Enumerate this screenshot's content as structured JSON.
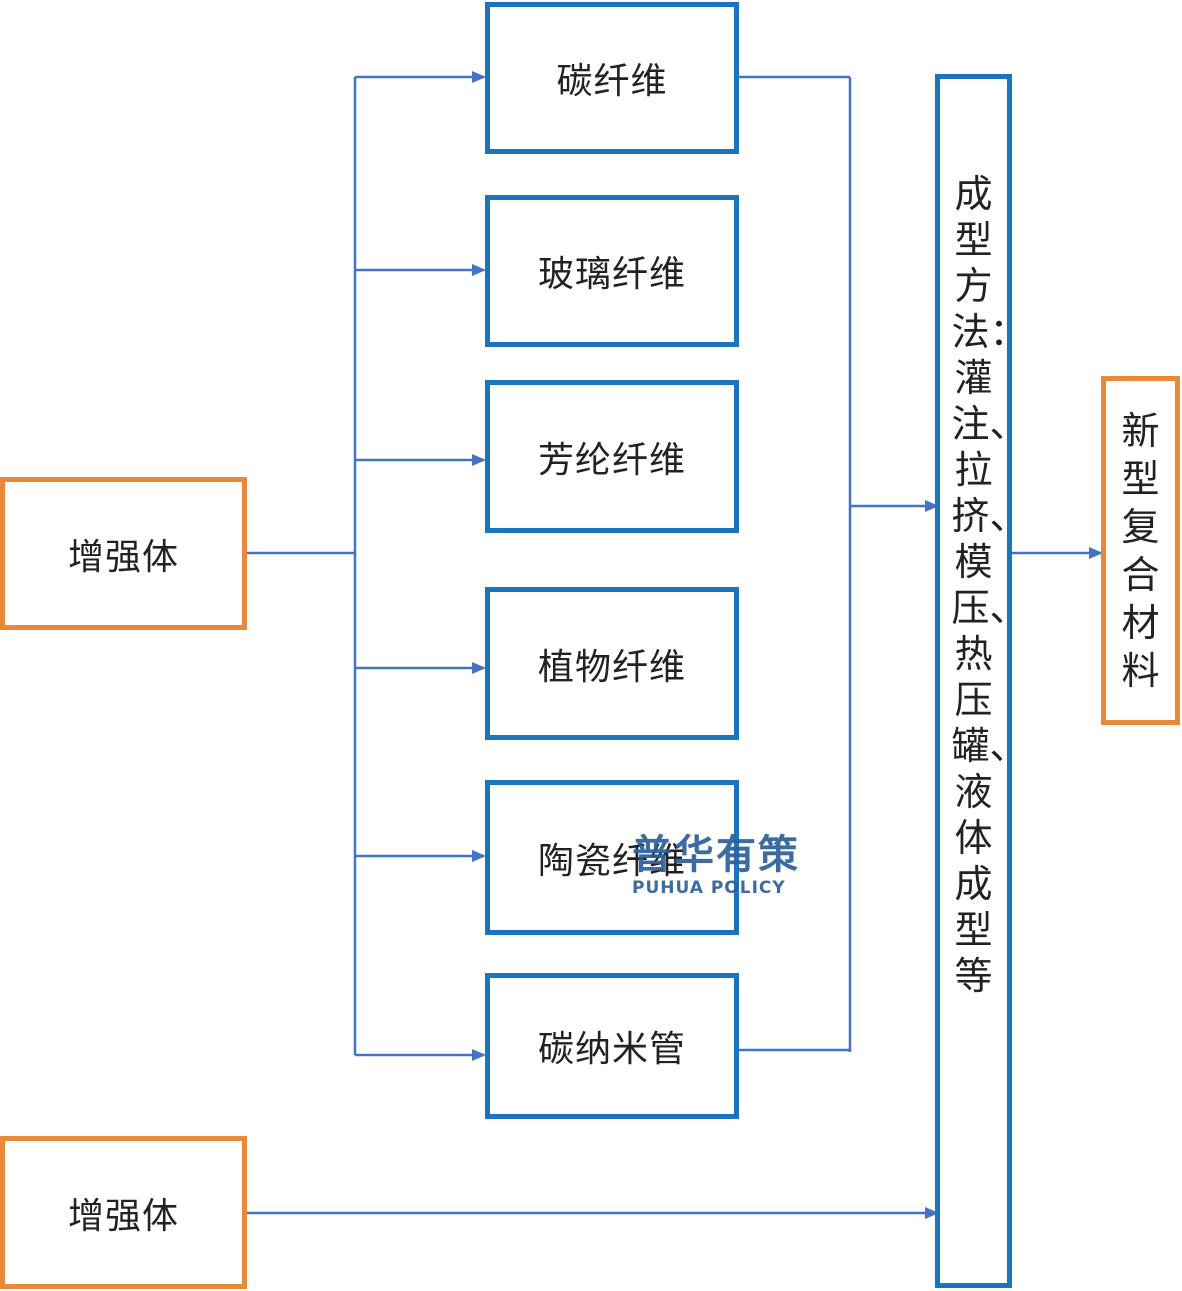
{
  "left_boxes": [
    "增强体",
    "增强体"
  ],
  "fiber_boxes": [
    "碳纤维",
    "玻璃纤维",
    "芳纶纤维",
    "植物纤维",
    "陶瓷纤维",
    "碳纳米管"
  ],
  "forming_box": "成型方法：灌注、拉挤、模压、热压罐、液体成型等",
  "result_box": "新型复合材料",
  "watermark": {
    "cn": "普华有策",
    "en": "PUHUA POLICY"
  },
  "colors": {
    "orange_border": "#E8893A",
    "blue_border": "#1A75BC",
    "connector": "#4472C4"
  }
}
